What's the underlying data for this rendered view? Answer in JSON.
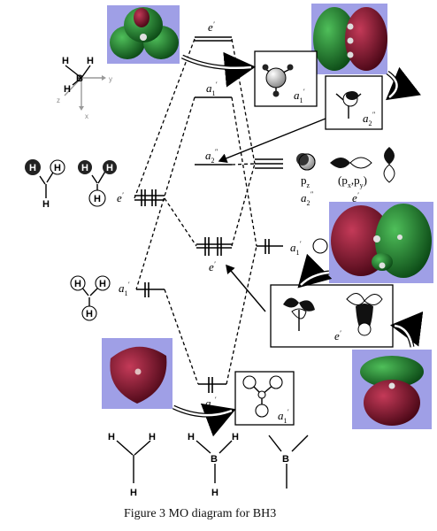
{
  "caption": "Figure 3 MO diagram for BH3",
  "axis_labels": {
    "x": "x",
    "y": "y",
    "z": "z"
  },
  "atoms": {
    "boron": "B",
    "hydrogen": "H"
  },
  "mo_levels": {
    "e_prime_antibonding": {
      "symbol": "e",
      "mark": "′"
    },
    "a1_prime_antibonding": {
      "symbol": "a",
      "sub": "1",
      "mark": "′"
    },
    "a2_double_prime": {
      "symbol": "a",
      "sub": "2",
      "mark": "″"
    },
    "e_prime_bonding": {
      "symbol": "e",
      "mark": "′"
    },
    "a1_prime_bonding": {
      "symbol": "a",
      "sub": "1",
      "mark": "′"
    }
  },
  "boron_orbitals": {
    "pz": {
      "p": "p",
      "z": "z",
      "sym_symbol": "a",
      "sym_sub": "2",
      "sym_mark": "″"
    },
    "pxpy": {
      "open": "(p",
      "x": "x",
      "comma": ",p",
      "y": "y",
      "close": ")",
      "sym_symbol": "e",
      "sym_mark": "′"
    },
    "s": {
      "sym_symbol": "a",
      "sym_sub": "1",
      "sym_mark": "′"
    }
  },
  "h3_fragment": {
    "e_prime": {
      "symbol": "e",
      "mark": "′"
    },
    "a1_prime": {
      "symbol": "a",
      "sub": "1",
      "mark": "′"
    }
  },
  "boxes": {
    "a1_antibonding_box": {
      "symbol": "a",
      "sub": "1",
      "mark": "′"
    },
    "a2_box": {
      "symbol": "a",
      "sub": "2",
      "mark": "″"
    },
    "e_bonding_box": {
      "symbol": "e",
      "mark": "′"
    },
    "a1_bonding_box": {
      "symbol": "a",
      "sub": "1",
      "mark": "′"
    }
  },
  "colors": {
    "mo_panel": "#9f9fe6",
    "lobe_green": "#1d7a2a",
    "lobe_red": "#8a1530"
  }
}
